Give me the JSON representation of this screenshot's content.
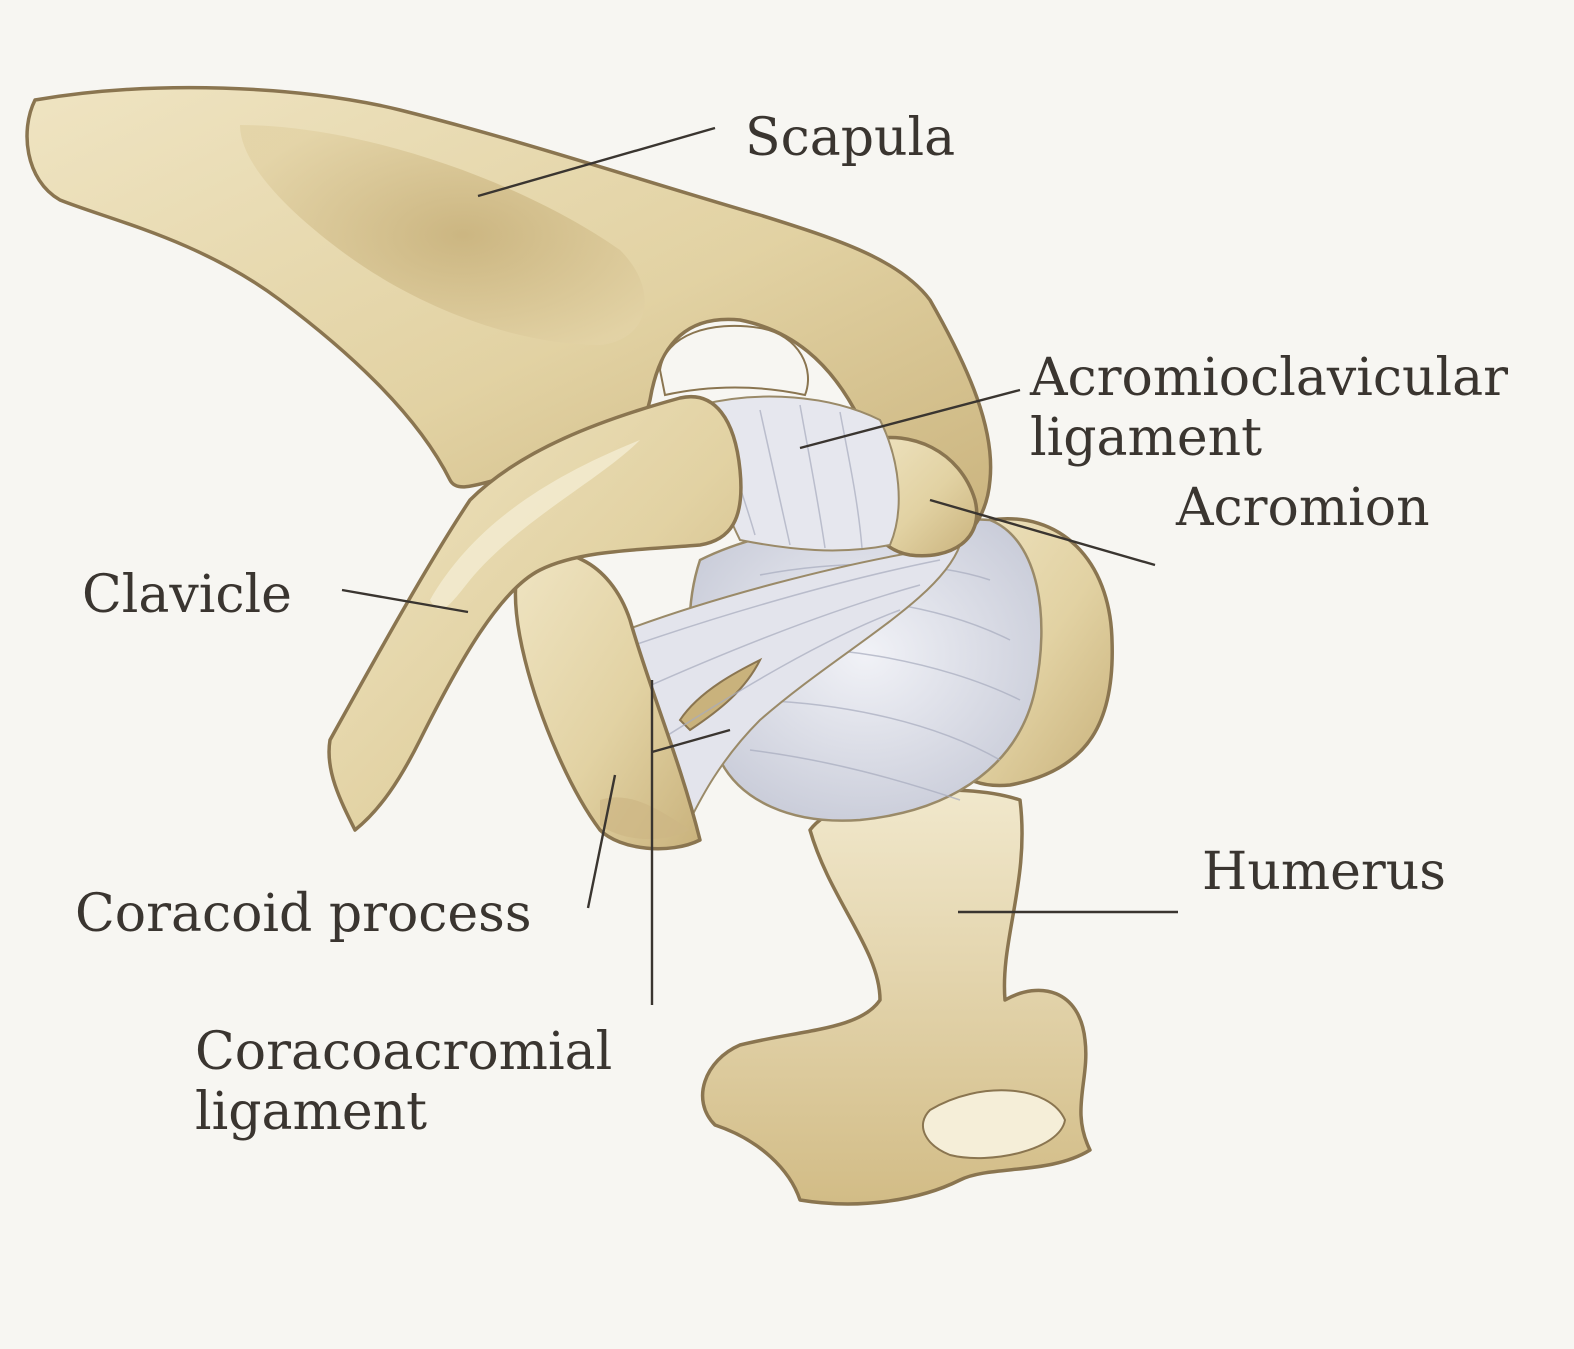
{
  "labels": {
    "scapula": "Scapula",
    "acromioclavicular_line1": "Acromioclavicular",
    "acromioclavicular_line2": "ligament",
    "acromion": "Acromion",
    "clavicle": "Clavicle",
    "humerus": "Humerus",
    "coracoid_process": "Coracoid process",
    "coracoacromial_line1": "Coracoacromial",
    "coracoacromial_line2": "ligament"
  },
  "colors": {
    "background": "#f7f6f2",
    "bone": "#e6d7ac",
    "bone_shadow": "#c8b27d",
    "bone_outline": "#8a7550",
    "ligament": "#dcdde6",
    "label_text": "#3a3530"
  }
}
